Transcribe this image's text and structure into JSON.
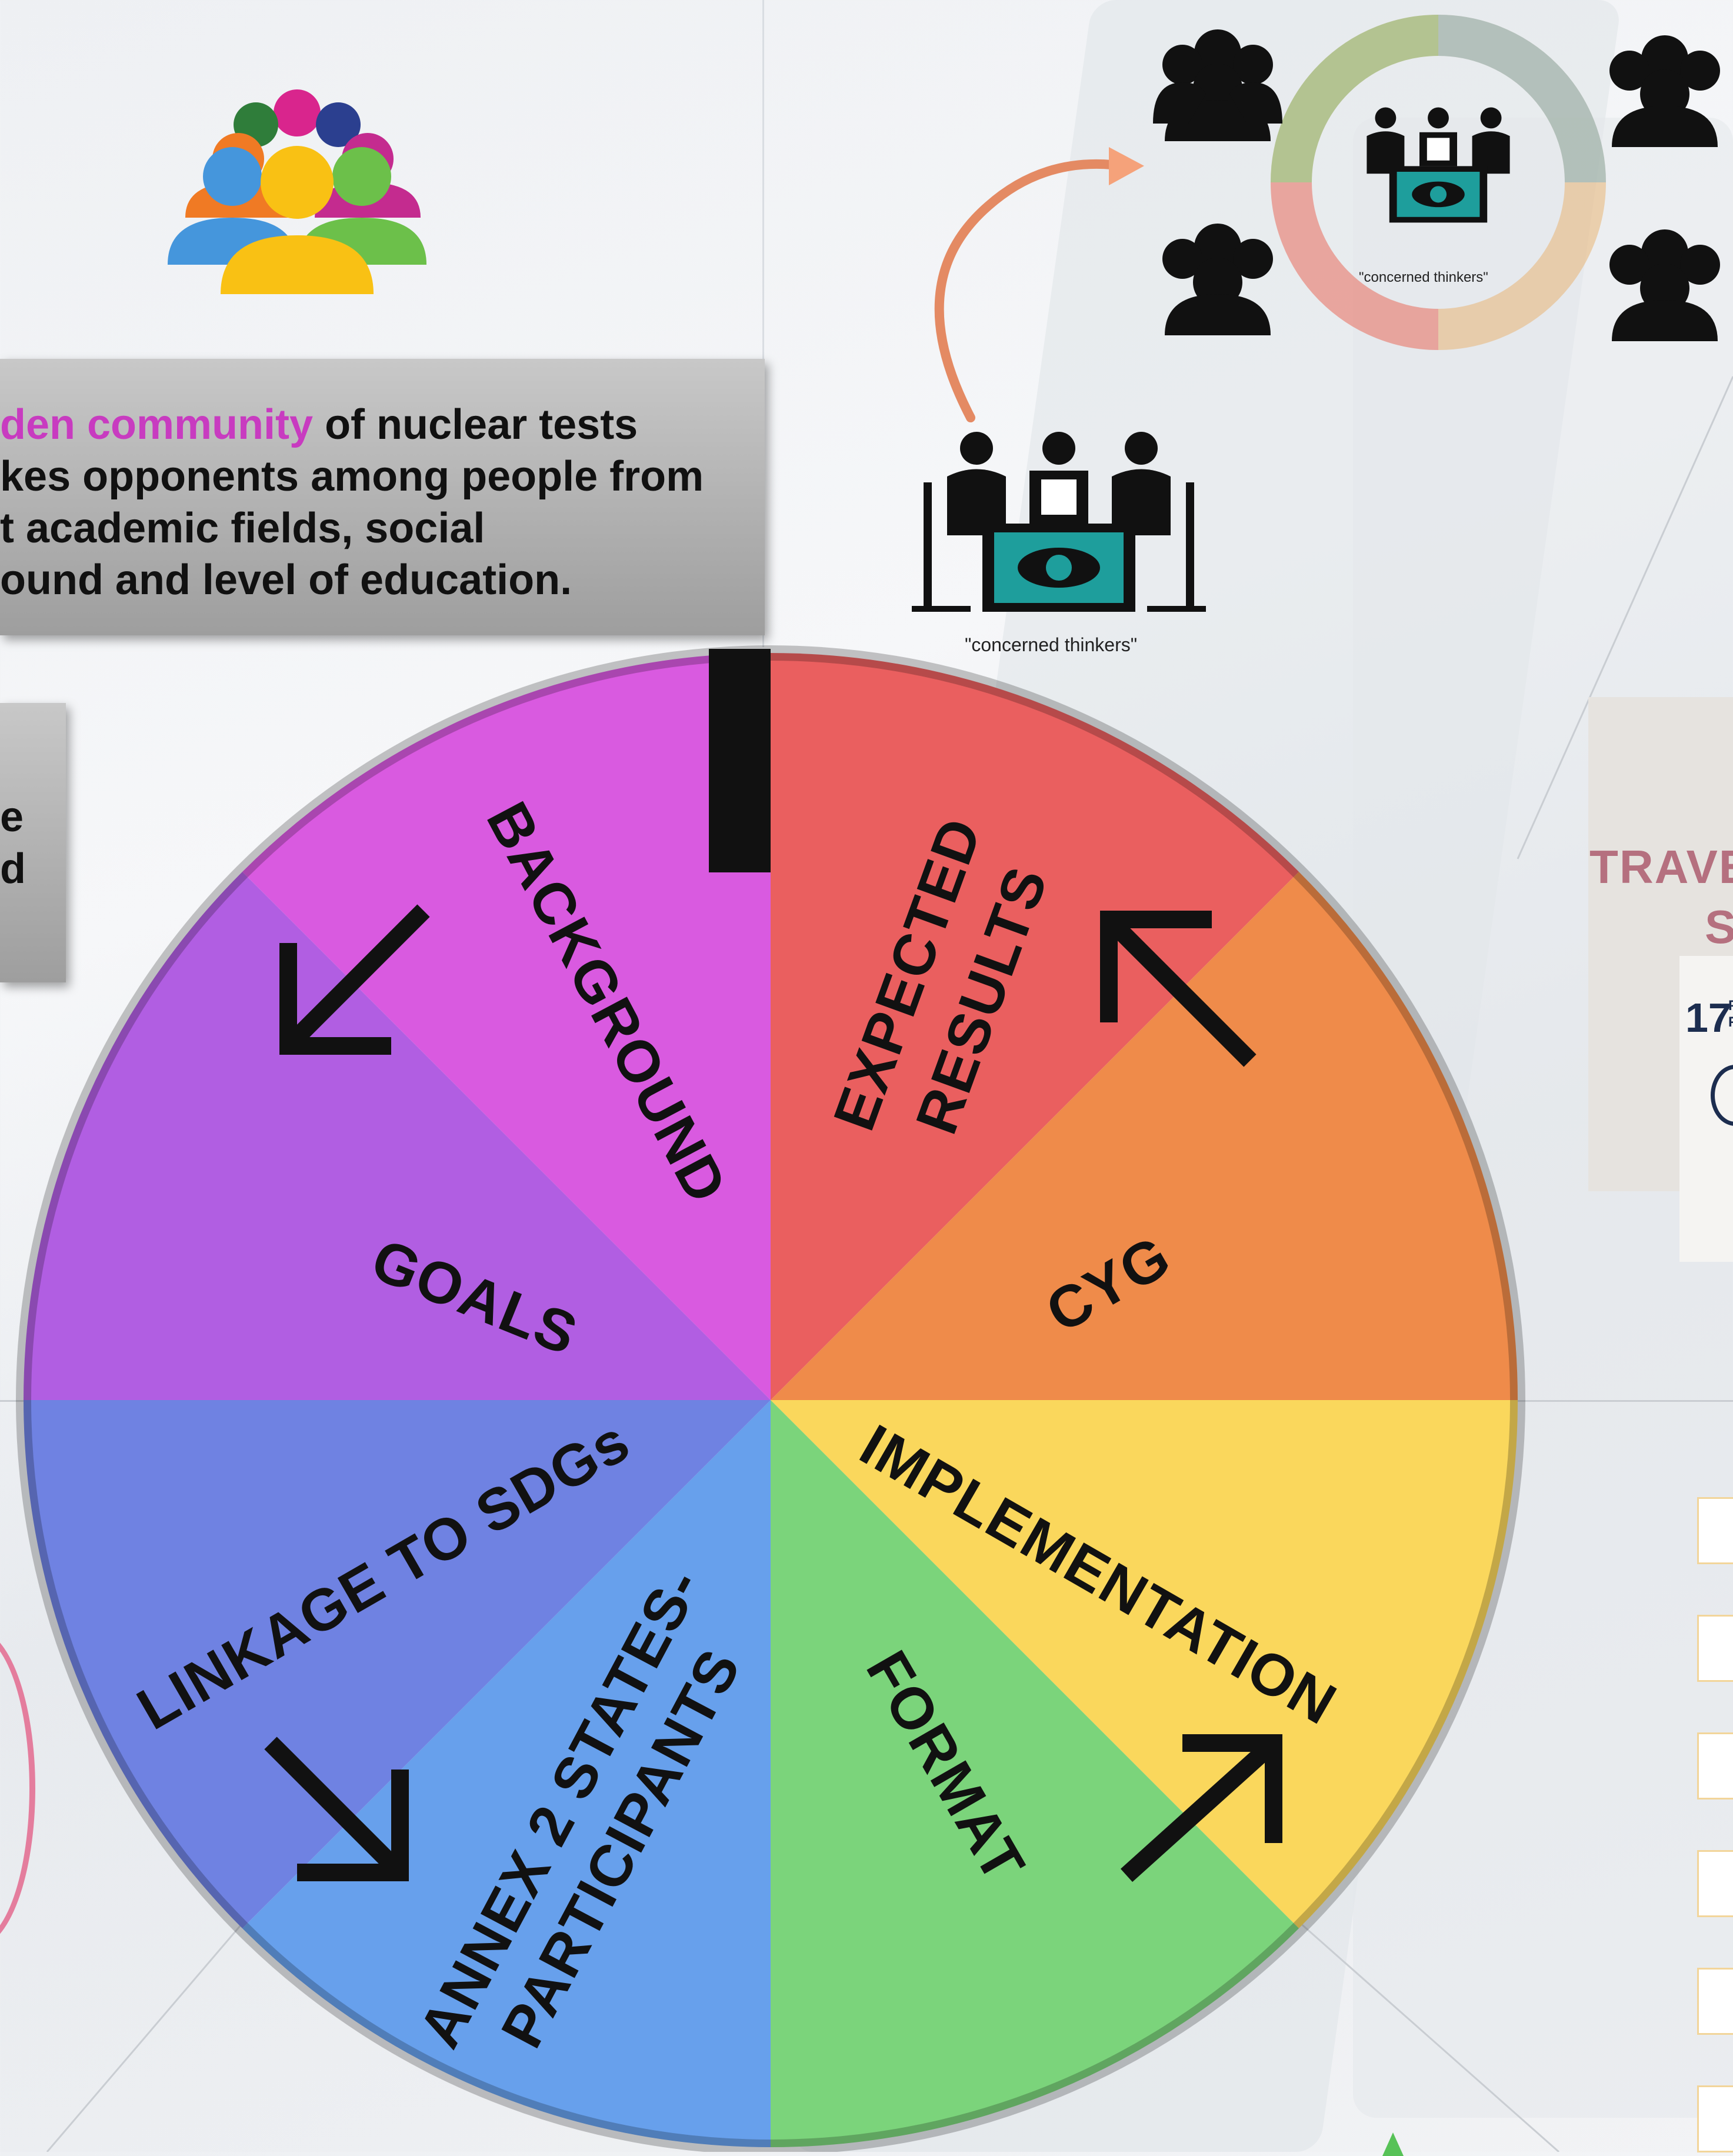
{
  "description": {
    "highlight": "den community",
    "line1_rest": " of nuclear tests",
    "line2": "kes opponents among people from",
    "line3": "t academic fields, social",
    "line4": "ound and level of education."
  },
  "small_box": {
    "line1": "e",
    "line2": "d"
  },
  "meeting": {
    "caption": "\"concerned thinkers\"",
    "caption_small": "\"concerned thinkers\""
  },
  "wheel": {
    "segments": [
      {
        "label": "BACKGROUND",
        "color": "#d95ae0"
      },
      {
        "label": "EXPECTED",
        "label2": "RESULTS",
        "color": "#ea5f5f"
      },
      {
        "label": "CYG",
        "color": "#ef8b4a"
      },
      {
        "label": "IMPLEMENTATION",
        "color": "#fad75c"
      },
      {
        "label": "FORMAT",
        "color": "#7bd47b"
      },
      {
        "label": "ANNEX 2 STATES-",
        "label2": "PARTICIPANTS",
        "color": "#67a0ec"
      },
      {
        "label": "LINKAGE TO SDGs",
        "color": "#6f82e2"
      },
      {
        "label": "GOALS",
        "color": "#b15ee2"
      }
    ]
  },
  "side_card": {
    "title1": "TRAVELL",
    "title2": "S",
    "number": "17",
    "p": "P",
    "f": "F"
  }
}
